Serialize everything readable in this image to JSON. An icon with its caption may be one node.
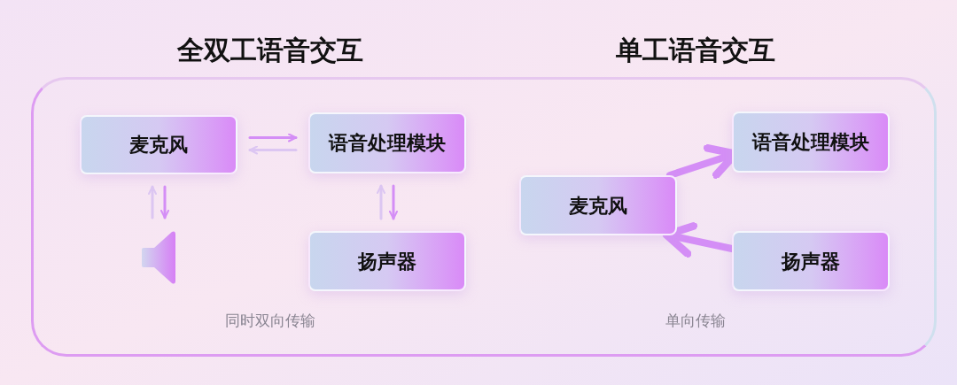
{
  "diagram": {
    "nodes": [
      {
        "text": [
          "麦克风"
        ]
      },
      {
        "text": [
          "语音处理模块"
        ]
      },
      {
        "text": [],
        "shape": "speaker"
      },
      {
        "text": [
          "扬声器"
        ]
      },
      {
        "text": [
          "语音处理模块"
        ]
      },
      {
        "text": [
          "麦克风"
        ]
      },
      {
        "text": [
          "扬声器"
        ]
      }
    ],
    "edges": [
      {
        "from": 0,
        "to": 1,
        "arrow": "to"
      },
      {
        "from": 1,
        "to": 0,
        "arrow": "to",
        "color": "#dcc6f2"
      },
      {
        "from": 2,
        "to": 0,
        "arrow": "to",
        "color": "#dcc6f2"
      },
      {
        "from": 0,
        "to": 2,
        "arrow": "to"
      },
      {
        "from": 3,
        "to": 1,
        "arrow": "to",
        "color": "#dcc6f2"
      },
      {
        "from": 1,
        "to": 3,
        "arrow": "to"
      },
      {
        "from": 5,
        "to": 4,
        "arrow": "to",
        "style": "thick"
      },
      {
        "from": 6,
        "to": 5,
        "arrow": "to",
        "style": "thick"
      }
    ],
    "labels": [
      "全双工语音交互",
      "单工语音交互",
      "同时双向传输",
      "单向传输"
    ]
  }
}
